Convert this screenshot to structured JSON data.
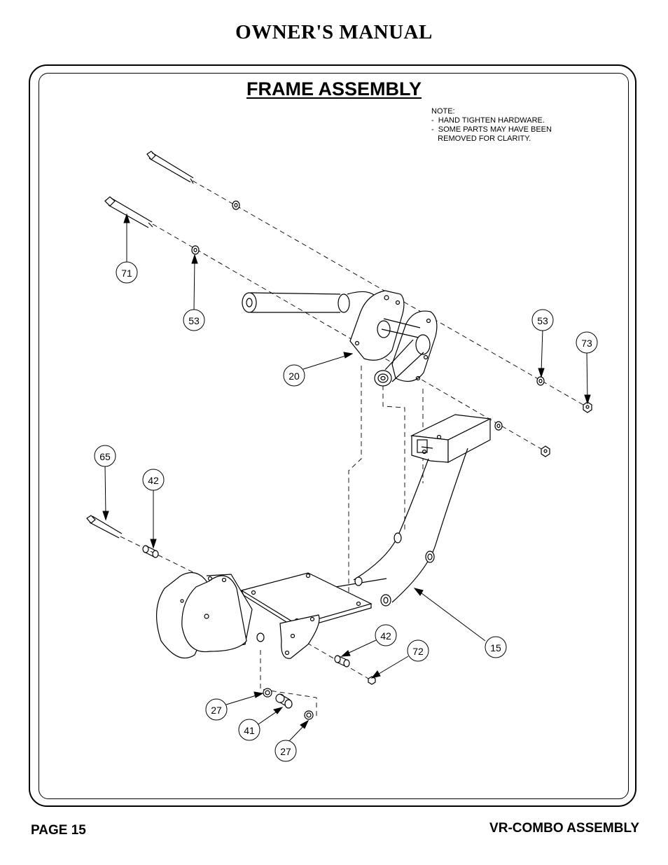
{
  "header": {
    "title": "OWNER'S MANUAL"
  },
  "section": {
    "title": "FRAME ASSEMBLY"
  },
  "note": {
    "lines": [
      "NOTE:",
      "-  HAND TIGHTEN HARDWARE.",
      "-  SOME PARTS MAY HAVE BEEN",
      "   REMOVED FOR CLARITY."
    ]
  },
  "callouts": {
    "c71": "71",
    "c53_left": "53",
    "c53_right": "53",
    "c73": "73",
    "c20": "20",
    "c65": "65",
    "c42_left": "42",
    "c42_right": "42",
    "c72": "72",
    "c15": "15",
    "c27_top": "27",
    "c41": "41",
    "c27_bottom": "27"
  },
  "footer": {
    "page": "PAGE 15",
    "doc": "VR-COMBO ASSEMBLY"
  }
}
